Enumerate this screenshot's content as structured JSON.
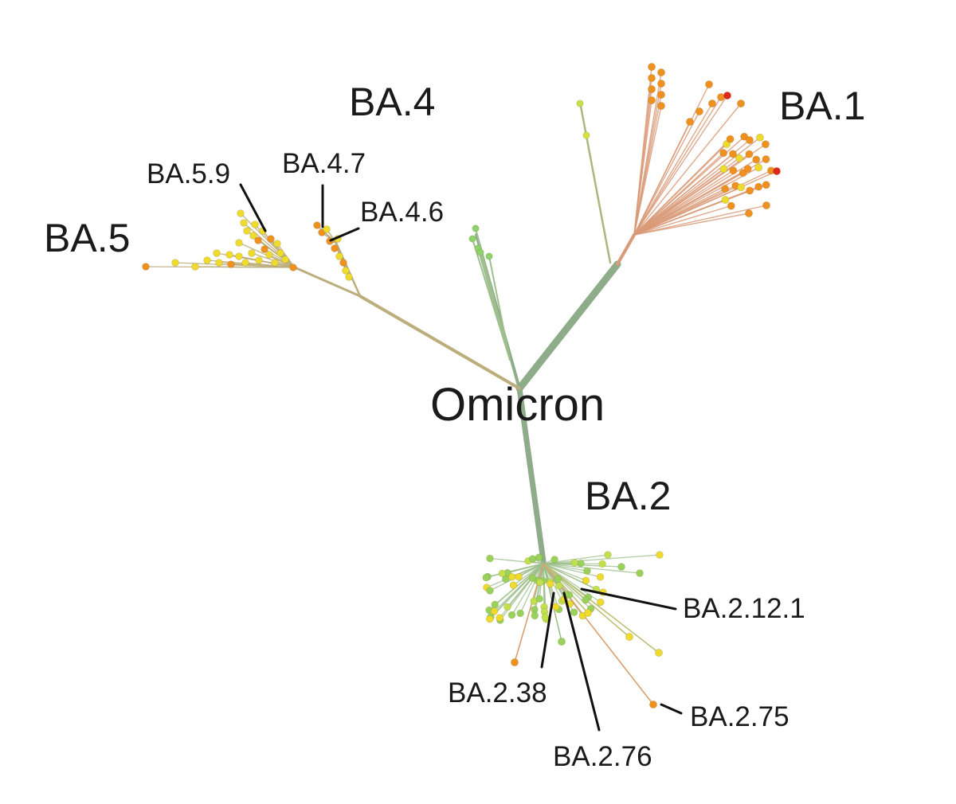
{
  "figure": {
    "root_label": "Omicron",
    "clade_labels": {
      "ba1": "BA.1",
      "ba2": "BA.2",
      "ba4": "BA.4",
      "ba5": "BA.5"
    },
    "sublineage_labels": {
      "ba5_9": "BA.5.9",
      "ba4_7": "BA.4.7",
      "ba4_6": "BA.4.6",
      "ba2_12_1": "BA.2.12.1",
      "ba2_38": "BA.2.38",
      "ba2_75": "BA.2.75",
      "ba2_76": "BA.2.76"
    },
    "colors": {
      "trunk": "#8fac8a",
      "ba1_branch": "#d99a78",
      "ba45_branch": "#bcae7c",
      "leader": "#111111",
      "node_green": "#98d25a",
      "node_yellow": "#eedb2c",
      "node_orange": "#f0901e",
      "node_red": "#e02818"
    }
  }
}
